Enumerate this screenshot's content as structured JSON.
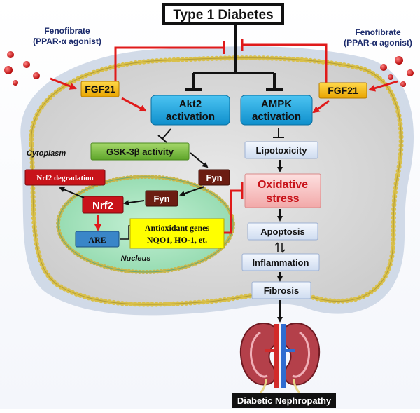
{
  "title": "Type 1 Diabetes",
  "drug_left": {
    "line1": "Fenofibrate",
    "line2": "(PPAR-α agonist)"
  },
  "drug_right": {
    "line1": "Fenofibrate",
    "line2": "(PPAR-α agonist)"
  },
  "fgf21_left": "FGF21",
  "fgf21_right": "FGF21",
  "akt2": {
    "line1": "Akt2",
    "line2": "activation"
  },
  "ampk": {
    "line1": "AMPK",
    "line2": "activation"
  },
  "gsk3b": "GSK-3β activity",
  "fyn_cyto": "Fyn",
  "fyn_nucleus": "Fyn",
  "nrf2_degradation": "Nrf2 degradation",
  "nrf2": "Nrf2",
  "are": "ARE",
  "antioxidant": {
    "line1": "Antioxidant genes",
    "line2": "NQO1, HO-1, et."
  },
  "nucleus_label": "Nucleus",
  "cytoplasm_label": "Cytoplasm",
  "lipotoxicity": "Lipotoxicity",
  "oxidative_stress": {
    "line1": "Oxidative",
    "line2": "stress"
  },
  "apoptosis": "Apoptosis",
  "inflammation": "Inflammation",
  "fibrosis": "Fibrosis",
  "outcome": "Diabetic Nephropathy",
  "colors": {
    "fgf21": "#f5b800",
    "activation": "#1aa6e0",
    "gsk3b": "#7cc042",
    "fyn": "#6b1d12",
    "nrf2": "#c8131a",
    "are": "#3a86c8",
    "antioxidant": "#ffff00",
    "pathway_box": "#e3ecf8",
    "oxidative": "#f6c4c4",
    "inhibition_red": "#e01a1a",
    "nucleus": "#a6e6c0"
  }
}
